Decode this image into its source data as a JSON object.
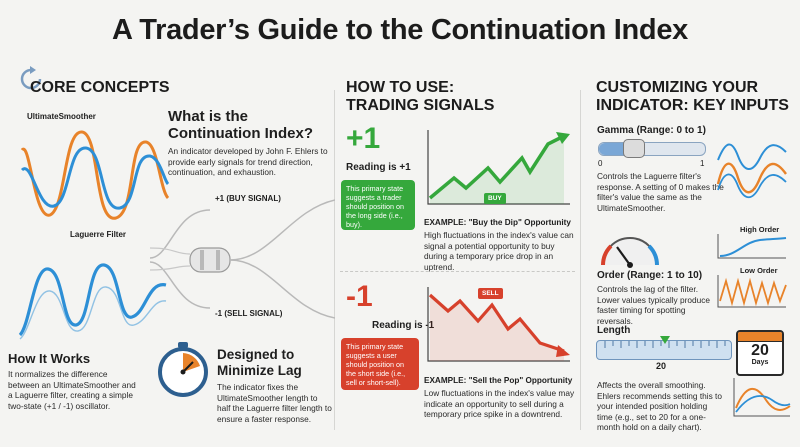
{
  "title": "A Trader’s Guide to the Continuation Index",
  "core": {
    "heading": "CORE CONCEPTS",
    "ultimate_label": "UltimateSmoother",
    "laguerre_label": "Laguerre Filter",
    "what_title_1": "What is the",
    "what_title_2": "Continuation Index?",
    "what_desc": "An indicator developed by John F. Ehlers to provide early signals for trend direction, continuation, and exhaustion.",
    "buy_signal_label": "+1 (BUY SIGNAL)",
    "sell_signal_label": "-1 (SELL SIGNAL)",
    "how_title": "How It Works",
    "how_desc": "It normalizes the difference between an UltimateSmoother and a Laguerre filter, creating a simple two-state (+1 / -1) oscillator.",
    "lag_title_1": "Designed to",
    "lag_title_2": "Minimize Lag",
    "lag_desc": "The indicator fixes the UltimateSmoother length to half the Laguerre filter length to ensure a faster response."
  },
  "signals": {
    "heading_1": "HOW TO USE:",
    "heading_2": "TRADING SIGNALS",
    "buy": {
      "value": "+1",
      "reading": "Reading is +1",
      "callout": "This primary state suggests a trader should position on the long side (i.e., buy).",
      "badge": "BUY",
      "example_title": "EXAMPLE: \"Buy the Dip\" Opportunity",
      "example_desc": "High fluctuations in the index's value can signal a potential opportunity to buy during a temporary price drop in an uptrend."
    },
    "sell": {
      "value": "-1",
      "reading": "Reading is -1",
      "callout": "This primary state suggests a user should position on the short side (i.e., sell or short-sell).",
      "badge": "SELL",
      "example_title": "EXAMPLE: \"Sell the Pop\" Opportunity",
      "example_desc": "Low fluctuations in the index's value may indicate an opportunity to sell during a temporary price spike in a downtrend."
    }
  },
  "custom": {
    "heading_1": "CUSTOMIZING YOUR",
    "heading_2": "INDICATOR: KEY INPUTS",
    "gamma": {
      "title": "Gamma (Range: 0 to 1)",
      "min": "0",
      "max": "1",
      "value": 0.3,
      "desc": "Controls the Laguerre filter's response. A setting of 0 makes the filter's value the same as the UltimateSmoother."
    },
    "order": {
      "title": "Order (Range: 1 to 10)",
      "desc": "Controls the lag of the filter. Lower values typically produce faster timing for spotting reversals.",
      "high_label": "High Order",
      "low_label": "Low Order"
    },
    "length": {
      "title": "Length",
      "value": "20",
      "calendar_num": "20",
      "calendar_unit": "Days",
      "desc": "Affects the overall smoothing. Ehlers recommends setting this to your intended position holding time (e.g., set to 20 for a one-month hold on a daily chart)."
    }
  },
  "colors": {
    "orange": "#e8832a",
    "blue": "#2d8fd6",
    "green": "#35a83c",
    "red": "#d7412c"
  }
}
